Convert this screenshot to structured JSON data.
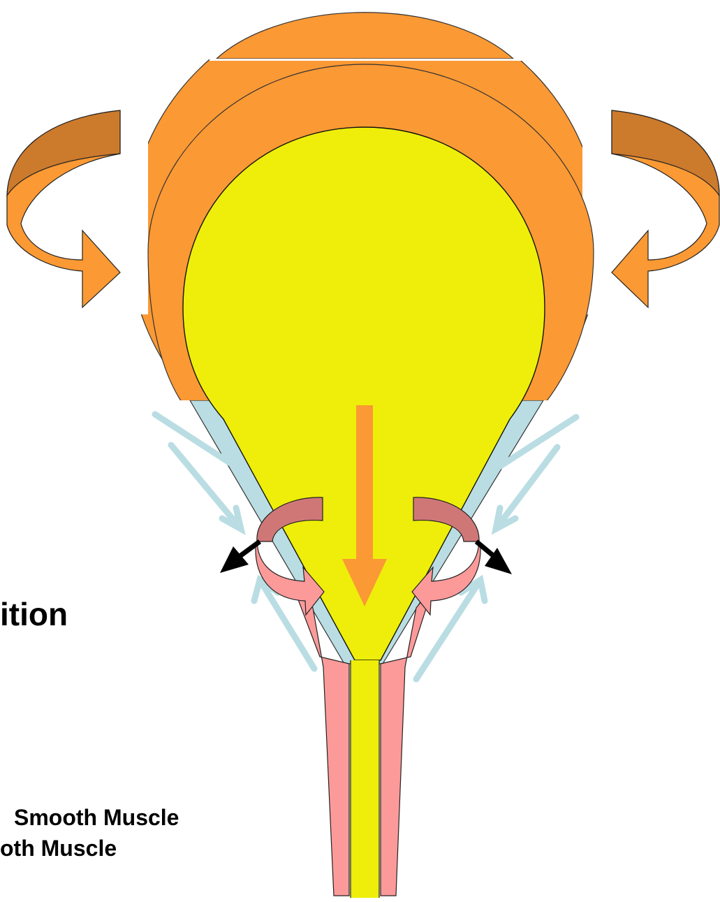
{
  "labels": {
    "title_fragment": "ition",
    "legend_line_1": "Smooth Muscle",
    "legend_line_2": "oth Muscle"
  },
  "colors": {
    "background": "#ffffff",
    "detrusor_orange": "#fb9934",
    "detrusor_shadow": "#cc7a2c",
    "urine_yellow": "#eeee0a",
    "neck_smooth_muscle_blue": "#b9dde2",
    "sphincter_pink": "#fc9a9a",
    "sphincter_arrow_dark": "#cf7777",
    "flow_arrow": "#fb9934",
    "pull_arrow": "#000000"
  },
  "icons": {
    "rotate_left": "curved-arrow-left-icon",
    "rotate_right": "curved-arrow-right-icon",
    "flow": "down-arrow-icon",
    "sphincter_left": "circular-arrow-left-icon",
    "sphincter_right": "circular-arrow-right-icon",
    "pull_left": "black-arrow-left-icon",
    "pull_right": "black-arrow-right-icon"
  }
}
